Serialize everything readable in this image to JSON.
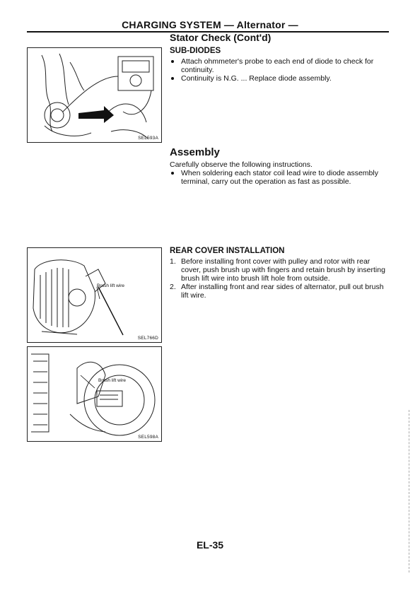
{
  "header": {
    "title": "CHARGING SYSTEM — Alternator —"
  },
  "section": {
    "title": "Stator Check (Cont'd)"
  },
  "sub_diodes": {
    "heading": "SUB-DIODES",
    "bullets": [
      "Attach ohmmeter's probe to each end of diode to check for continuity.",
      "Continuity is N.G. ... Replace diode assembly."
    ]
  },
  "assembly": {
    "heading": "Assembly",
    "intro": "Carefully observe the following instructions.",
    "bullets": [
      "When soldering each stator coil lead wire to diode assembly terminal, carry out the operation as fast as possible."
    ]
  },
  "rear_cover": {
    "heading": "REAR COVER INSTALLATION",
    "steps": [
      {
        "num": "1.",
        "text": "Before installing front cover with pulley and rotor with rear cover, push brush up with fingers and retain brush by inserting brush lift wire into brush lift hole from outside."
      },
      {
        "num": "2.",
        "text": "After installing front and rear sides of alternator, pull out brush lift wire."
      }
    ]
  },
  "figures": {
    "fig1": {
      "code": "SEL593A"
    },
    "fig2": {
      "code": "SEL766D",
      "callout": "Brush lift wire"
    },
    "fig3": {
      "code": "SEL598A",
      "callout": "Brush lift wire"
    }
  },
  "footer": {
    "page": "EL-35"
  }
}
